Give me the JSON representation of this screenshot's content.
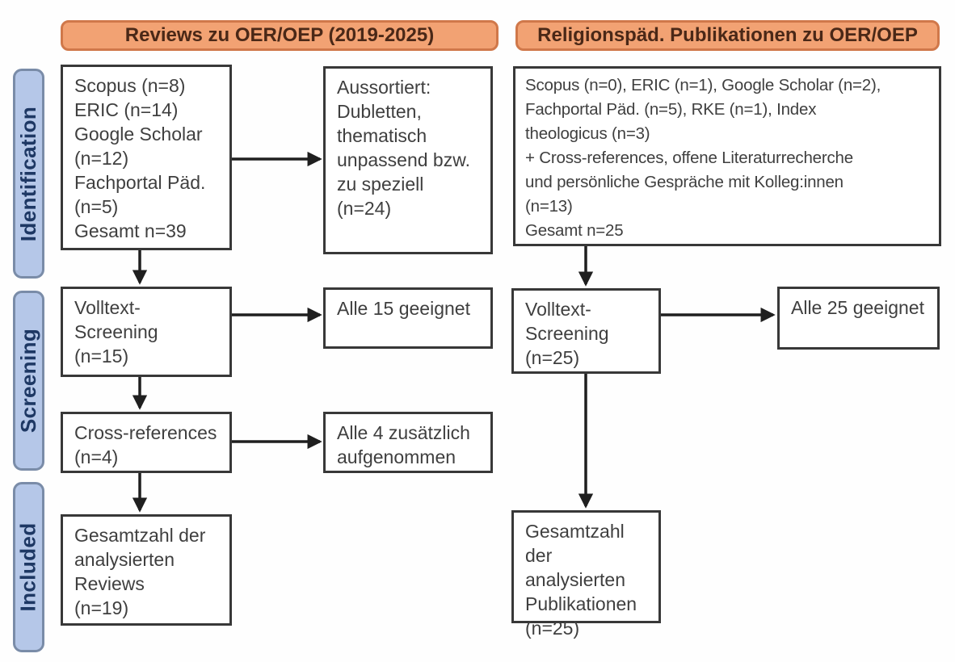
{
  "diagram": {
    "title_left": "Reviews zu OER/OEP (2019-2025)",
    "title_right": "Religionspäd. Publikationen zu OER/OEP",
    "stage_labels": {
      "identification": "Identification",
      "screening": "Screening",
      "included": "Included"
    },
    "left_flow": {
      "sources": "Scopus (n=8)\nERIC (n=14)\nGoogle Scholar\n(n=12)\nFachportal Päd.\n(n=5)\nGesamt n=39",
      "excluded": "Aussortiert:\nDubletten,\nthematisch\nunpassend bzw.\nzu speziell\n(n=24)",
      "fulltext": "Volltext-\nScreening\n(n=15)",
      "fulltext_result": "Alle 15 geeignet",
      "crossref": "Cross-references\n(n=4)",
      "crossref_result": "Alle 4 zusätzlich\naufgenommen",
      "included": "Gesamtzahl der\nanalysierten\nReviews\n(n=19)"
    },
    "right_flow": {
      "sources": "Scopus (n=0), ERIC (n=1), Google Scholar (n=2),\nFachportal Päd. (n=5), RKE (n=1), Index\ntheologicus (n=3)\n+ Cross-references, offene Literaturrecherche\nund persönliche Gespräche mit Kolleg:innen\n(n=13)\nGesamt n=25",
      "fulltext": "Volltext-\nScreening\n(n=25)",
      "fulltext_result": "Alle 25 geeignet",
      "included": "Gesamtzahl der\nanalysierten\nPublikationen\n(n=25)"
    },
    "colors": {
      "header_fill": "#F2A273",
      "header_border": "#D0784A",
      "header_text": "#4A2817",
      "stage_fill": "#B5C7E8",
      "stage_border": "#7A8CA8",
      "stage_text": "#1E3864",
      "box_border": "#383838",
      "box_text": "#3F3F3F",
      "arrow": "#1F1F1F"
    }
  }
}
